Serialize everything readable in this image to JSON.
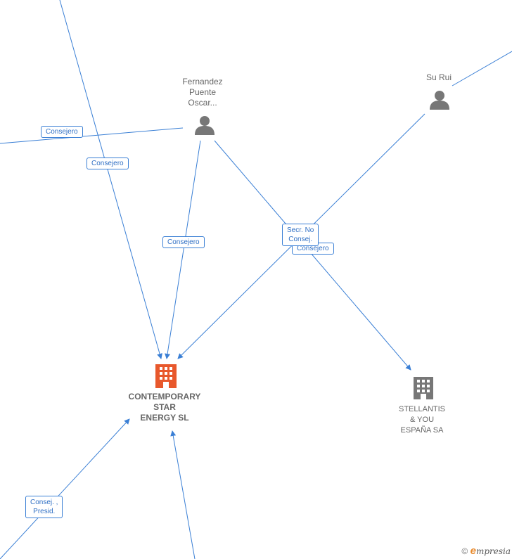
{
  "nodes": {
    "person_fernandez": {
      "label_lines": [
        "Fernandez",
        "Puente",
        "Oscar..."
      ],
      "icon": "person-icon"
    },
    "person_surui": {
      "label_lines": [
        "Su Rui"
      ],
      "icon": "person-icon"
    },
    "company_main": {
      "label_lines": [
        "CONTEMPORARY",
        "STAR",
        "ENERGY  SL"
      ],
      "icon": "building-icon",
      "color": "#e8582c"
    },
    "company_stellantis": {
      "label_lines": [
        "STELLANTIS",
        "& YOU",
        "ESPAÑA SA"
      ],
      "icon": "building-icon",
      "color": "#777777"
    }
  },
  "relations": {
    "left_consejero": "Consejero",
    "top_consejero": "Consejero",
    "fernandez_consejero": "Consejero",
    "secr_no_consej_line1": "Secr.  No",
    "secr_no_consej_line2": "Consej.",
    "surui_consejero": "Consejero",
    "consej_presid_line1": "Consej. ,",
    "consej_presid_line2": "Presid."
  },
  "branding": {
    "copyright": "©",
    "e": "e",
    "rest": "mpresia"
  },
  "colors": {
    "edge": "#3a7fd5",
    "main_company": "#e8582c",
    "other_company": "#777777",
    "person": "#777777"
  }
}
